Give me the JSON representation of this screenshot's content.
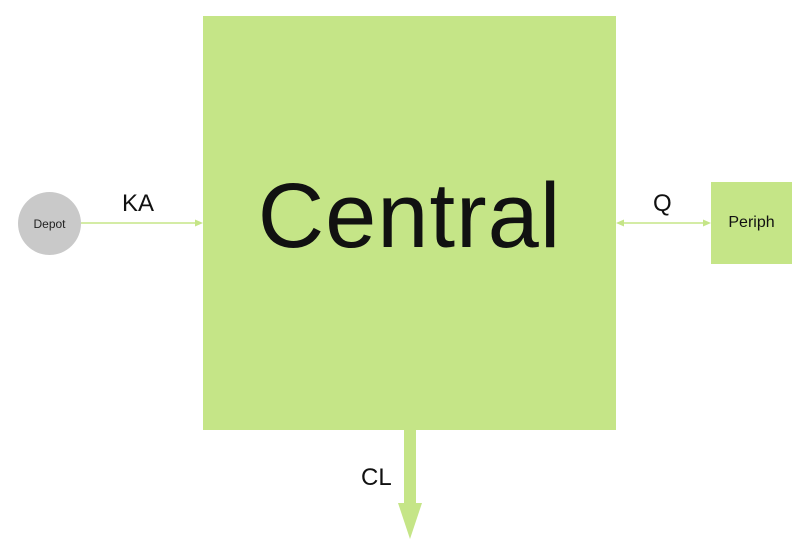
{
  "diagram": {
    "compartments": {
      "central": {
        "label": "Central"
      },
      "periph": {
        "label": "Periph"
      },
      "depot": {
        "label": "Depot"
      }
    },
    "rates": {
      "absorption": "KA",
      "distribution": "Q",
      "clearance": "CL"
    },
    "colors": {
      "compartment_fill": "#c5e587",
      "depot_fill": "#c9c9c9",
      "arrow": "#c5e587",
      "text": "#111111"
    }
  }
}
